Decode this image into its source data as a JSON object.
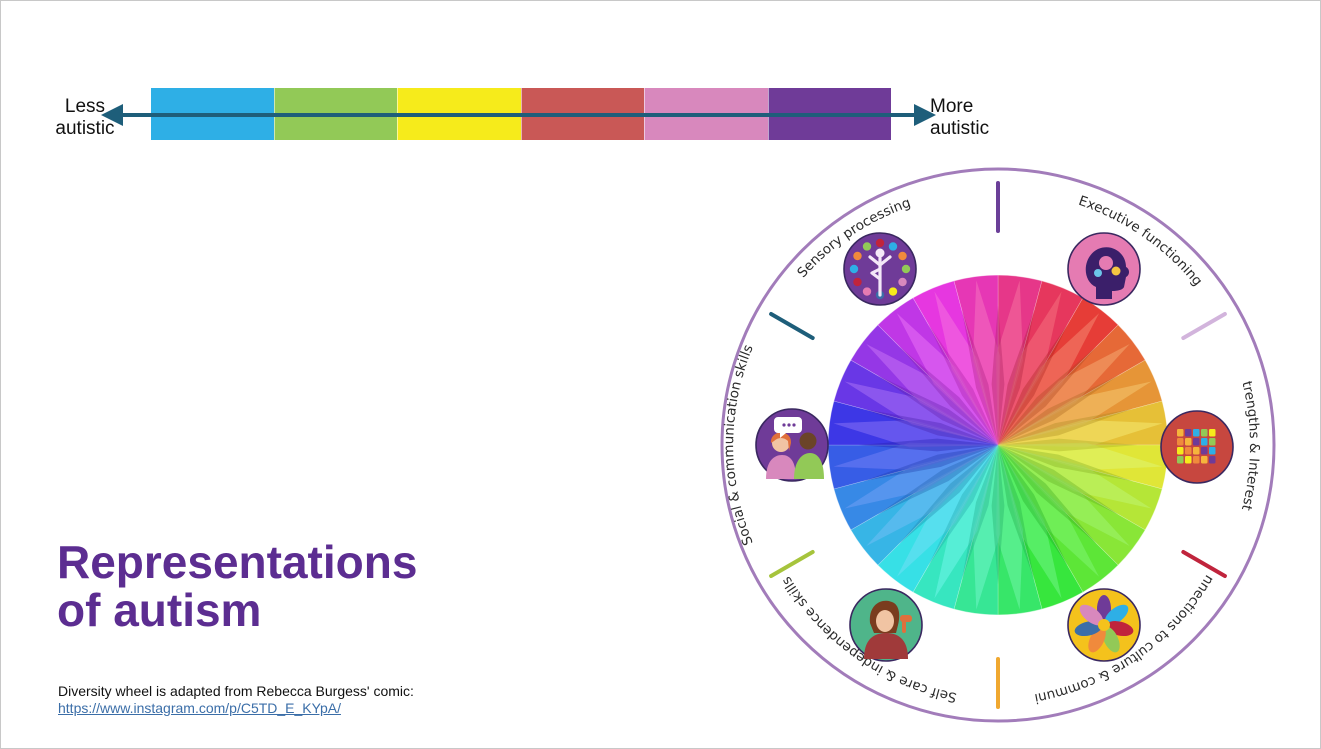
{
  "scale": {
    "left_label_line1": "Less",
    "left_label_line2": "autistic",
    "right_label_line1": "More",
    "right_label_line2": "autistic",
    "segment_colors": [
      "#2eafe6",
      "#92c957",
      "#f6eb1b",
      "#c95856",
      "#d888bd",
      "#6f3b98"
    ],
    "arrow_color": "#1e5e7a"
  },
  "title": {
    "line1": "Representations",
    "line2": "of autism",
    "color": "#5c2d91"
  },
  "credit": {
    "text": "Diversity wheel is adapted from Rebecca Burgess' comic:",
    "link": "https://www.instagram.com/p/C5TD_E_KYpA/"
  },
  "wheel": {
    "ring_color": "#a27cba",
    "sections": [
      {
        "label": "Executive functioning",
        "icon": "brain-gears-icon",
        "divider_color": "#6b3f98"
      },
      {
        "label": "Strengths & Interests",
        "icon": "blocks-icon",
        "divider_color": "#d2b4dc"
      },
      {
        "label": "Connections to culture & community",
        "icon": "hands-circle-icon",
        "divider_color": "#c0243c"
      },
      {
        "label": "Self care & independence skills",
        "icon": "hair-care-icon",
        "divider_color": "#f0a830"
      },
      {
        "label": "Social & communication skills",
        "icon": "conversation-icon",
        "divider_color": "#a6c43c"
      },
      {
        "label": "Sensory processing",
        "icon": "yoga-pose-icon",
        "divider_color": "#1e5e7a"
      }
    ]
  }
}
